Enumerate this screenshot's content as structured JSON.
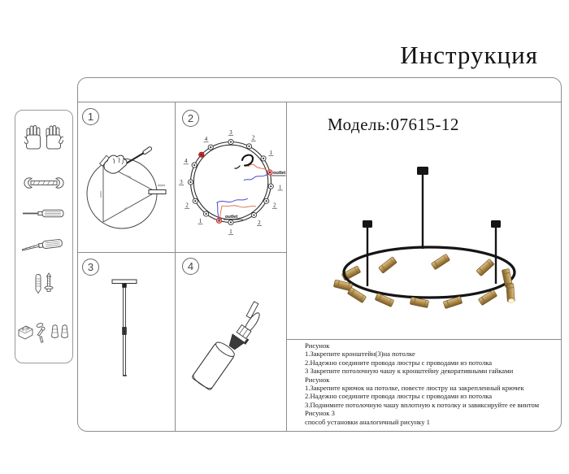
{
  "title": "Инструкция",
  "model": {
    "label": "Модель:07615-12"
  },
  "steps": {
    "n1": "1",
    "n2": "2",
    "n3": "3",
    "n4": "4"
  },
  "panel2": {
    "outlet_label": "outlet",
    "points": [
      {
        "angle": 90,
        "label": "3",
        "kind": "normal"
      },
      {
        "angle": 63,
        "label": "2",
        "kind": "normal"
      },
      {
        "angle": 36,
        "label": "1",
        "kind": "normal"
      },
      {
        "angle": 14,
        "label": "",
        "kind": "outlet"
      },
      {
        "angle": -6,
        "label": "1",
        "kind": "normal"
      },
      {
        "angle": -28,
        "label": "2",
        "kind": "normal"
      },
      {
        "angle": -55,
        "label": "2",
        "kind": "normal"
      },
      {
        "angle": -90,
        "label": "1",
        "kind": "normal"
      },
      {
        "angle": -107,
        "label": "",
        "kind": "outlet"
      },
      {
        "angle": -128,
        "label": "1",
        "kind": "normal"
      },
      {
        "angle": -152,
        "label": "2",
        "kind": "normal"
      },
      {
        "angle": 180,
        "label": "3",
        "kind": "normal"
      },
      {
        "angle": 155,
        "label": "4",
        "kind": "normal"
      },
      {
        "angle": 137,
        "label": "",
        "kind": "red"
      },
      {
        "angle": 120,
        "label": "4",
        "kind": "normal"
      }
    ]
  },
  "instructions": {
    "lines": [
      "Рисунок",
      "1.Закрепите кронштейн(3)на потолке",
      "2.Надежно соедините провода люстры с проводами из потолка",
      "3 Закрепите потолочную чашу к кронштейну декоративными гайками",
      "Рисунок",
      "1.Закрепите крючок на потолке, повесте люстру на закрепленный крючек",
      "2.Надежно соедините провода люстры с проводами из потолка",
      "3.Поднимите потолочную чашу вплотную к потолку и завиксируйте ее винтом",
      "Рисунок 3",
      "способ установки аналогичный рисунку 1"
    ]
  },
  "tools": {
    "items": [
      "gloves",
      "wrench",
      "flat-screwdriver",
      "second-screwdriver",
      "anchor-and-screw",
      "connectors-screws-anchors"
    ]
  },
  "colors": {
    "frame_black": "#151515",
    "brass": "#b5924f",
    "accent_red": "#d02c2c",
    "wire_blue": "#4946d8",
    "wire_red": "#d96a4a",
    "border_gray": "#8c8c8c"
  }
}
